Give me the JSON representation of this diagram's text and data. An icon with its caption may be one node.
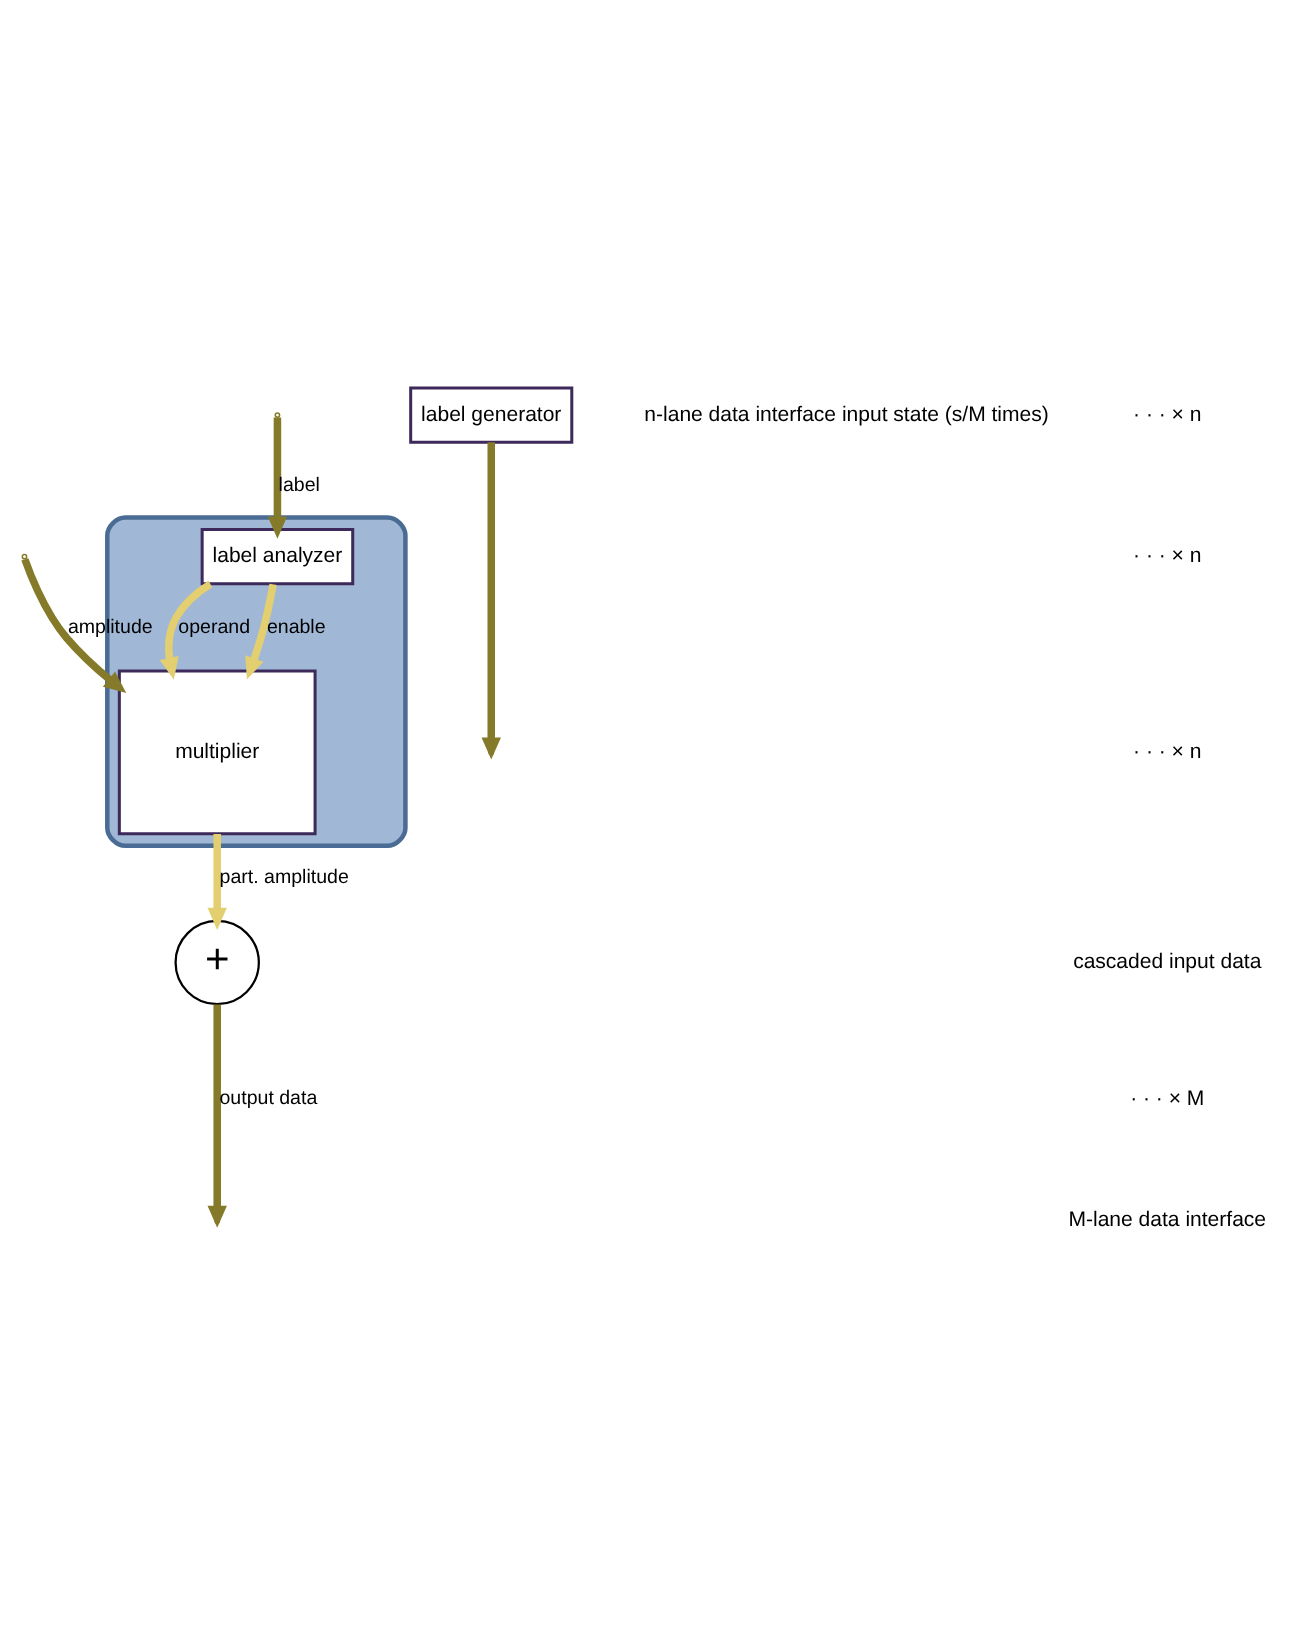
{
  "diagram": {
    "nodes": [
      {
        "text": [],
        "shape": "box"
      },
      {
        "text": [
          "label analyzer"
        ],
        "in": 0
      },
      {
        "text": [
          "multiplier"
        ],
        "in": 0
      },
      {
        "text": [
          "+"
        ]
      },
      {
        "text": [
          "label generator"
        ]
      }
    ],
    "edges": [
      {
        "from": null,
        "to": 1,
        "arrow": "to",
        "label": "label"
      },
      {
        "from": null,
        "to": 2,
        "arrow": "to",
        "label": "amplitude"
      },
      {
        "from": 1,
        "to": 2,
        "arrow": "to",
        "label": "operand",
        "color": "#e3cf6f"
      },
      {
        "from": 1,
        "to": 2,
        "arrow": "to",
        "label": "enable",
        "color": "#e3cf6f"
      },
      {
        "from": 2,
        "to": 3,
        "arrow": "to",
        "label": "part. amplitude",
        "color": "#e3cf6f"
      },
      {
        "from": 3,
        "to": null,
        "arrow": "to",
        "label": "output data"
      },
      {
        "from": 4,
        "to": null,
        "arrow": "to"
      }
    ],
    "labels": [
      "n-lane data interface input state (s/M times)",
      "· · · × n",
      "· · · × n",
      "· · · × n",
      "cascaded input data",
      "· · · × M",
      "M-lane data interface"
    ]
  }
}
